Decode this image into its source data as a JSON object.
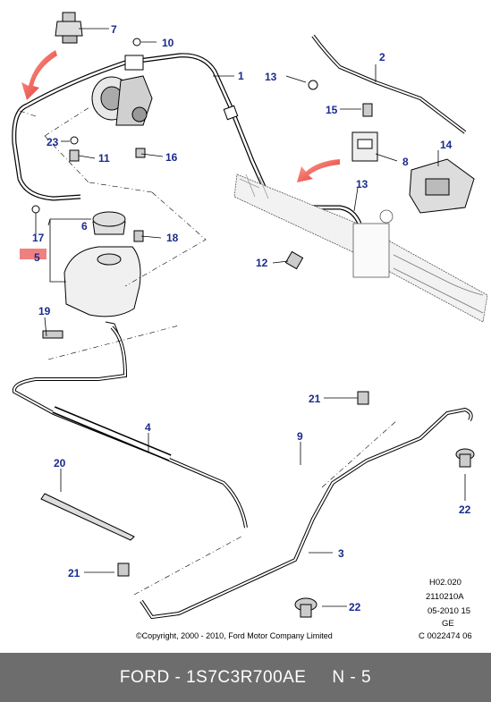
{
  "callouts": {
    "c1": "1",
    "c2": "2",
    "c3": "3",
    "c4": "4",
    "c5": "5",
    "c6": "6",
    "c7": "7",
    "c8": "8",
    "c9": "9",
    "c10": "10",
    "c11": "11",
    "c12": "12",
    "c13a": "13",
    "c13b": "13",
    "c14": "14",
    "c15": "15",
    "c16": "16",
    "c17": "17",
    "c18": "18",
    "c19": "19",
    "c20": "20",
    "c21a": "21",
    "c21b": "21",
    "c22a": "22",
    "c22b": "22",
    "c23": "23"
  },
  "reference": {
    "line1": "H02.020",
    "line2": "2110210A",
    "line3": "05-2010 15",
    "line4": "GE",
    "line5": "C 0022474 06"
  },
  "copyright": "©Copyright, 2000 - 2010, Ford Motor Company Limited",
  "footer": {
    "part": "FORD - 1S7C3R700AE",
    "position": "N - 5"
  },
  "colors": {
    "callout": "#1a2a8c",
    "highlight": "#f08080",
    "arrow": "#e53030",
    "footer_bg": "#6d6d6d"
  }
}
